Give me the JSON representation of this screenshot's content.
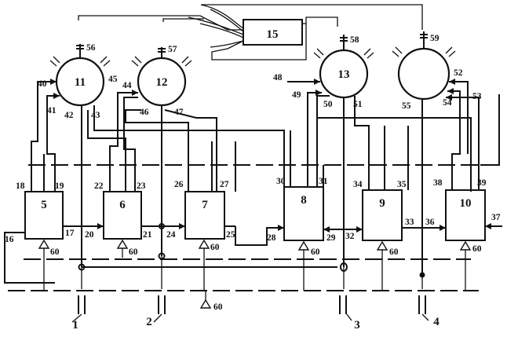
{
  "units": {
    "u1": "1",
    "u2": "2",
    "u3": "3",
    "u4": "4",
    "u5": "5",
    "u6": "6",
    "u7": "7",
    "u8": "8",
    "u9": "9",
    "u10": "10",
    "u11": "11",
    "u12": "12",
    "u13": "13",
    "u15": "15"
  },
  "streams": {
    "s16": "16",
    "s17": "17",
    "s18": "18",
    "s19": "19",
    "s20": "20",
    "s21": "21",
    "s22": "22",
    "s23": "23",
    "s24": "24",
    "s25": "25",
    "s26": "26",
    "s27": "27",
    "s28": "28",
    "s29": "29",
    "s30": "30",
    "s31": "31",
    "s32": "32",
    "s33": "33",
    "s34": "34",
    "s35": "35",
    "s36": "36",
    "s37": "37",
    "s38": "38",
    "s39": "39",
    "s40": "40",
    "s41": "41",
    "s42": "42",
    "s43": "43",
    "s44": "44",
    "s45": "45",
    "s46": "46",
    "s47": "47",
    "s48": "48",
    "s49": "49",
    "s50": "50",
    "s51": "51",
    "s52": "52",
    "s53": "53",
    "s54": "54",
    "s55": "55",
    "s56": "56",
    "s57": "57",
    "s58": "58",
    "s59": "59",
    "s60": "60"
  }
}
